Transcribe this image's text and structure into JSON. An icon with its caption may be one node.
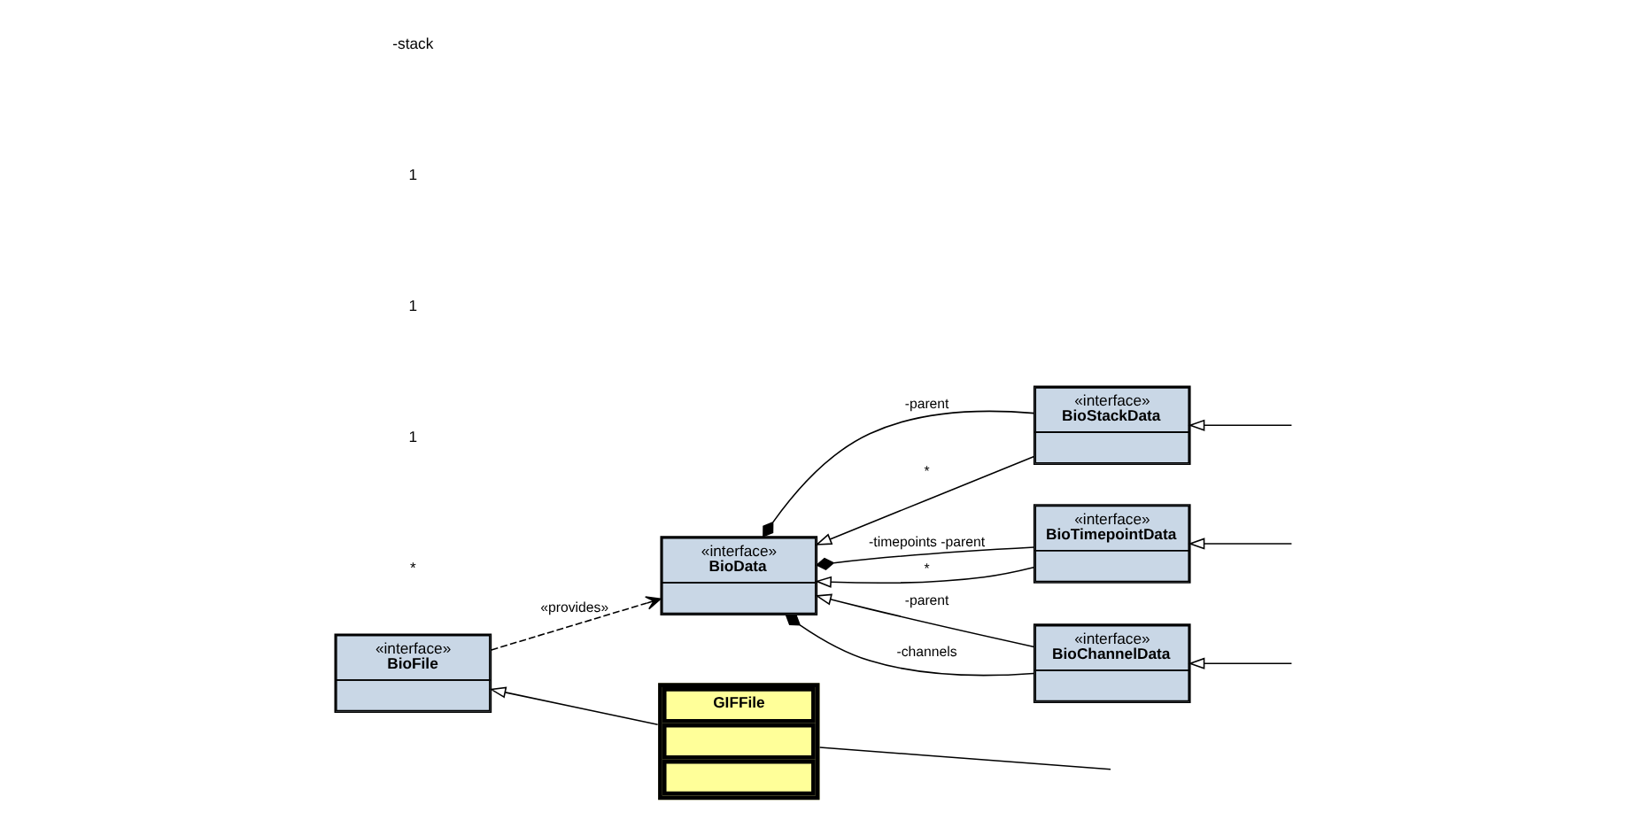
{
  "diagram": {
    "nodes": [
      {
        "text": [
          "«interface»",
          "BioFile"
        ]
      },
      {
        "text": [
          "«interface»",
          "BioData"
        ]
      },
      {
        "text": [
          "«interface»",
          "BioStackData"
        ]
      },
      {
        "text": [
          "«interface»",
          "BioTimepointData"
        ]
      },
      {
        "text": [
          "«interface»",
          "BioChannelData"
        ]
      },
      {
        "text": [
          "GIFFile"
        ]
      }
    ],
    "edges": [
      {
        "from": 0,
        "to": 1,
        "arrow": "to",
        "style": "dashed",
        "label": "«provides»"
      },
      {
        "from": 2,
        "to": 1,
        "arrow": "other",
        "label": "-parent"
      },
      {
        "from": 2,
        "to": 1,
        "arrow": "to",
        "label": "*"
      },
      {
        "from": 3,
        "to": 1,
        "arrow": "other",
        "label": "-timepoints -parent"
      },
      {
        "from": 3,
        "to": 1,
        "arrow": "to",
        "label": "*"
      },
      {
        "from": 4,
        "to": 1,
        "arrow": "to",
        "label": "-parent"
      },
      {
        "from": 4,
        "to": 1,
        "arrow": "other",
        "label": "-channels"
      },
      {
        "from": 5,
        "to": 0,
        "arrow": "to"
      },
      {
        "from": null,
        "to": 2,
        "arrow": "to"
      },
      {
        "from": null,
        "to": 3,
        "arrow": "to"
      },
      {
        "from": null,
        "to": 4,
        "arrow": "to"
      },
      {
        "from": 5,
        "to": null,
        "arrow": "none"
      }
    ],
    "labels": [
      "-stack",
      "1",
      "1",
      "1",
      "*"
    ]
  }
}
